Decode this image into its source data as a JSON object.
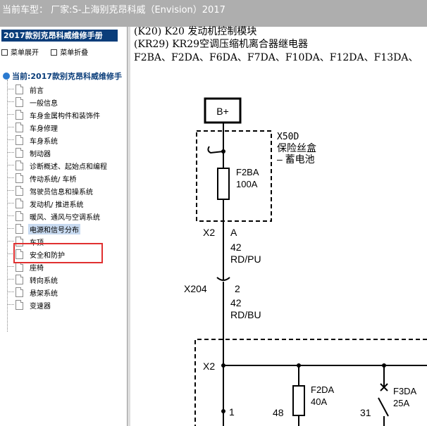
{
  "header": {
    "title": "当前车型： 厂家:S-上海别克昂科威（Envision）2017"
  },
  "sidebar": {
    "manual_title": "2017款别克昂科威维修手册",
    "expand_label": "菜单展开",
    "collapse_label": "菜单折叠",
    "root_label": "当前:2017款别克昂科威维修手",
    "items": [
      {
        "label": "前言"
      },
      {
        "label": "一般信息"
      },
      {
        "label": "车身金属构件和装饰件"
      },
      {
        "label": "车身修理"
      },
      {
        "label": "车身系统"
      },
      {
        "label": "制动器"
      },
      {
        "label": "诊断概述、起始点和编程"
      },
      {
        "label": "传动系统/ 车桥"
      },
      {
        "label": "驾驶员信息和操系统"
      },
      {
        "label": "发动机/ 推进系统"
      },
      {
        "label": "暖风、通风与空调系统"
      },
      {
        "label": "电源和信号分布",
        "selected": true
      },
      {
        "label": "车顶"
      },
      {
        "label": "安全和防护"
      },
      {
        "label": "座椅"
      },
      {
        "label": "转向系统"
      },
      {
        "label": "悬架系统"
      },
      {
        "label": "变速器"
      }
    ]
  },
  "diagram": {
    "lines": [
      "(K20) K20 发动机控制模块",
      "(KR29) KR29空调压缩机离合器继电器",
      "F2BA、F2DA、F6DA、F7DA、F10DA、F12DA、F13DA、"
    ],
    "bplus": "B+",
    "fusebox_label_1": "X50D",
    "fusebox_label_2": "保险丝盒",
    "fusebox_label_3": "– 蓄电池",
    "fuse1_name": "F2BA",
    "fuse1_rating": "100A",
    "x2_label": "X2",
    "x2_pin": "A",
    "wire1_gauge": "42",
    "wire1_color": "RD/PU",
    "x204_label": "X204",
    "x204_pin": "2",
    "wire2_gauge": "42",
    "wire2_color": "RD/BU",
    "x2b_label": "X2",
    "pin_1": "1",
    "fuse2_name": "F2DA",
    "fuse2_rating": "40A",
    "pin_48": "48",
    "fuse3_name": "F3DA",
    "fuse3_rating": "25A",
    "pin_31": "31"
  }
}
